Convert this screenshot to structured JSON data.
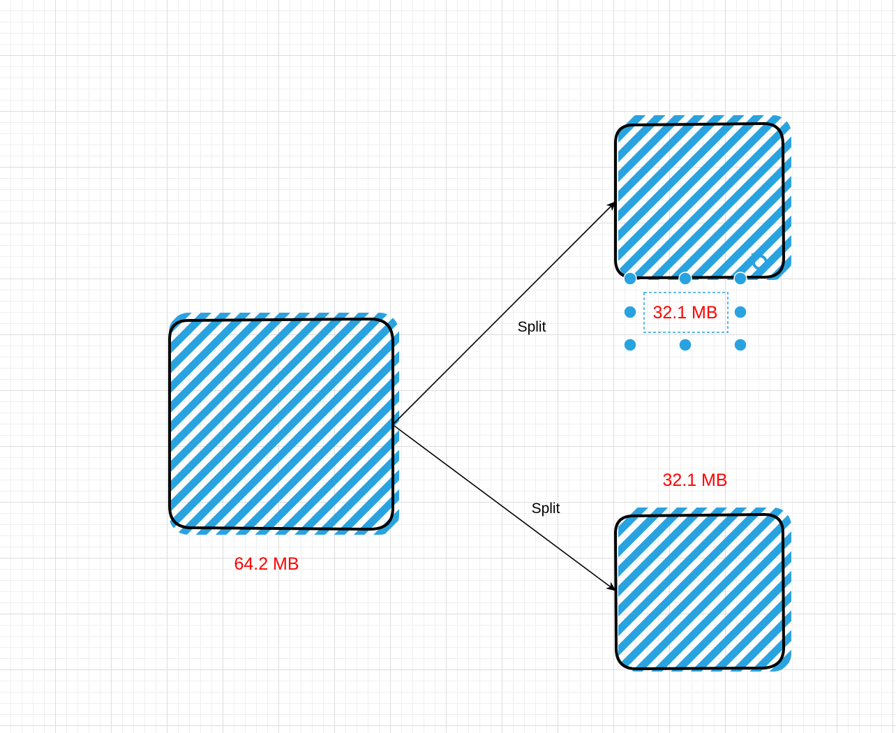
{
  "diagram": {
    "nodes": [
      {
        "id": "source",
        "size_label": "64.2 MB"
      },
      {
        "id": "part-top",
        "size_label": "32.1 MB"
      },
      {
        "id": "part-bottom",
        "size_label": "32.1 MB"
      }
    ],
    "edges": [
      {
        "from": "source",
        "to": "part-top",
        "label": "Split"
      },
      {
        "from": "source",
        "to": "part-bottom",
        "label": "Split"
      }
    ],
    "selected_label": "part-top"
  },
  "colors": {
    "fill": "#29a3e0",
    "stroke": "#000000",
    "label": "#ff0000",
    "selection": "#29a3e0"
  },
  "icons": {
    "selection_action": "rotate-handle-icon"
  }
}
